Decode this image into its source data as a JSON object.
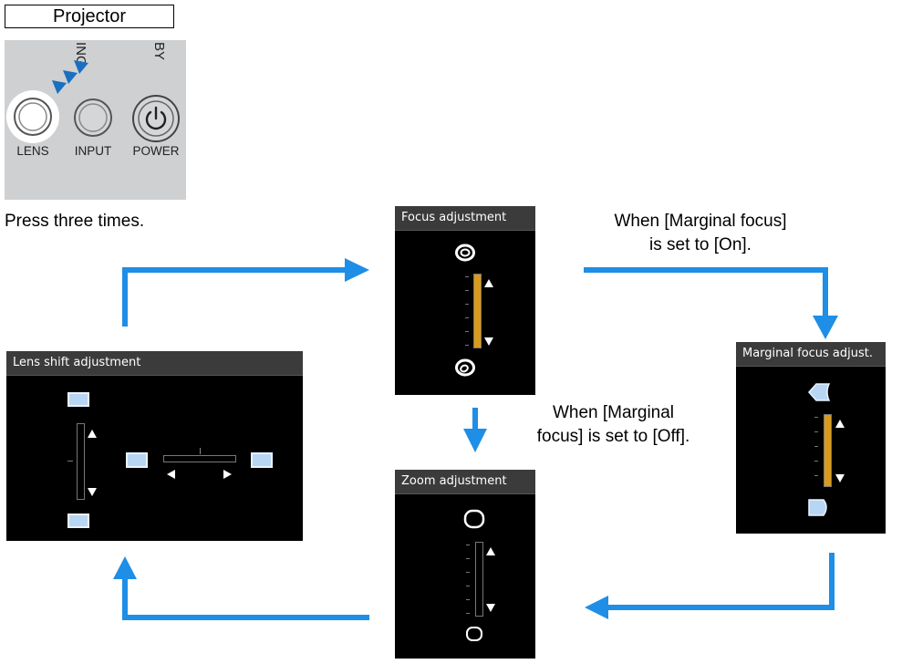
{
  "projector": {
    "title": "Projector",
    "top_labels": [
      "ING",
      "BY"
    ],
    "buttons": [
      "LENS",
      "INPUT",
      "POWER"
    ],
    "press_note": "Press three times."
  },
  "screens": {
    "focus": {
      "title": "Focus adjustment",
      "level": 1.0
    },
    "marginal": {
      "title": "Marginal focus adjust.",
      "level": 1.0
    },
    "zoom": {
      "title": "Zoom adjustment",
      "level": 0.0
    },
    "lens_shift": {
      "title": "Lens shift adjustment",
      "vertical_level": 0.0,
      "horizontal_position": 0.5
    }
  },
  "captions": {
    "marginal_on_line1": "When [Marginal focus]",
    "marginal_on_line2": "is set to [On].",
    "marginal_off_line1": "When [Marginal",
    "marginal_off_line2": "focus] is set to [Off]."
  },
  "colors": {
    "arrow": "#1f8ee6",
    "panel": "#cfd0d2",
    "level_fill": "#d99b1c",
    "screen_bg": "#000000",
    "title_bar": "#3b3b3b"
  }
}
